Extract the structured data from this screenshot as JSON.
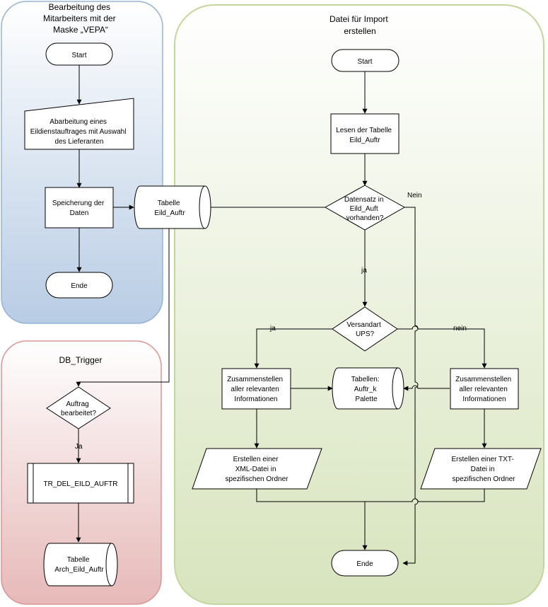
{
  "lanes": {
    "vepa": {
      "title": [
        "Bearbeitung des",
        "Mitarbeiters mit der",
        "Maske „VEPA“"
      ]
    },
    "trigger": {
      "title": [
        "DB_Trigger"
      ]
    },
    "import": {
      "title": [
        "Datei für Import",
        "erstellen"
      ]
    }
  },
  "nodes": {
    "start_left": [
      "Start"
    ],
    "manual_input": [
      "Abarbeitung eines",
      "Eildienstauftrages mit Auswahl",
      "des Lieferanten"
    ],
    "save": [
      "Speicherung der",
      "Daten"
    ],
    "end_left": [
      "Ende"
    ],
    "table_eild": [
      "Tabelle",
      "Eild_Auftr"
    ],
    "auftrag_decision": [
      "Auftrag",
      "bearbeitet?"
    ],
    "tr_del": [
      "TR_DEL_EILD_AUFTR"
    ],
    "table_arch": [
      "Tabelle",
      "Arch_Eild_Auftr"
    ],
    "start_right": [
      "Start"
    ],
    "read_table": [
      "Lesen der Tabelle",
      "Eild_Auftr"
    ],
    "exists_decision": [
      "Datensatz in",
      "Eild_Auft",
      "vorhanden?"
    ],
    "ups_decision": [
      "Versandart",
      "UPS?"
    ],
    "compile_left": [
      "Zusammenstellen",
      "aller relevanten",
      "Informationen"
    ],
    "tables_auftr": [
      "Tabellen:",
      "Auftr_k",
      "Palette"
    ],
    "compile_right": [
      "Zusammenstellen",
      "aller relevanten",
      "Informationen"
    ],
    "xml_file": [
      "Erstellen einer",
      "XML-Datei in",
      "spezifischen Ordner"
    ],
    "txt_file": [
      "Erstellen einer TXT-",
      "Datei in",
      "spezifischen Ordner"
    ],
    "end_right": [
      "Ende"
    ]
  },
  "edge_labels": {
    "nein_top": "Nein",
    "ja_mid": "ja",
    "ja_left": "ja",
    "nein_right": "nein",
    "ja_trigger": "Ja"
  },
  "colors": {
    "vepa_lane_top": "#ffffff",
    "vepa_lane_bottom": "#b8cce4",
    "vepa_lane_border": "#95b3d7",
    "trigger_lane_top": "#ffffff",
    "trigger_lane_bottom": "#e6b9b8",
    "trigger_lane_border": "#d99694",
    "import_lane_top": "#ffffff",
    "import_lane_bottom": "#d7e4bd",
    "import_lane_border": "#c3d69b"
  }
}
